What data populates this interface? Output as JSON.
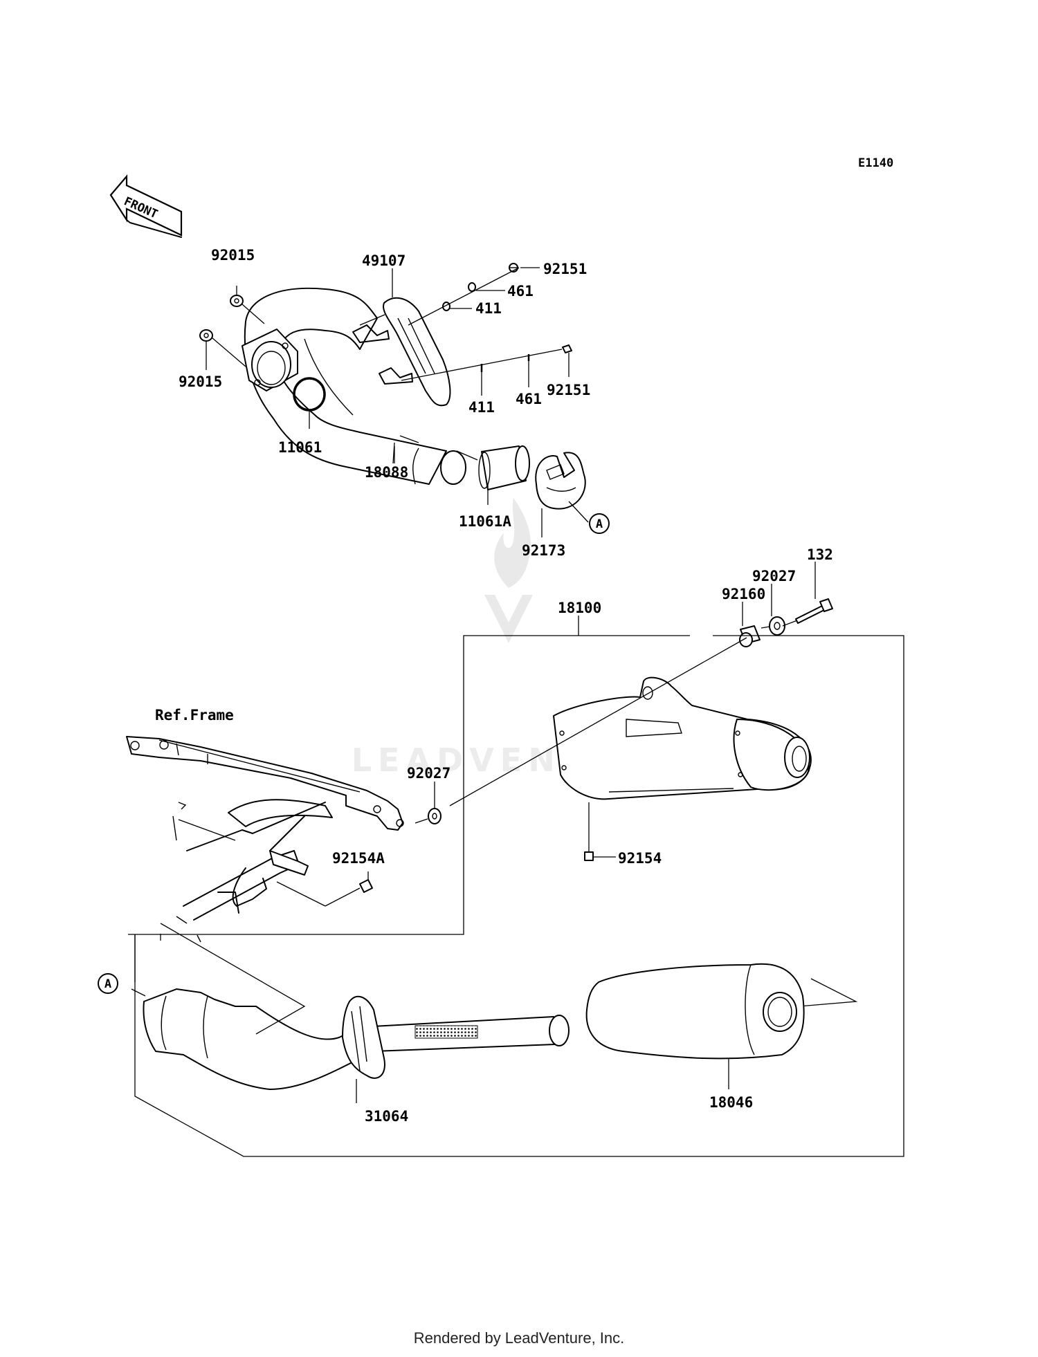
{
  "diagram_code": "E1140",
  "front_arrow_label": "FRONT",
  "ref_frame_label": "Ref.Frame",
  "circle_ref": "A",
  "watermark": "LEADVENTURE",
  "footer": "Rendered by LeadVenture, Inc.",
  "labels": {
    "p92015_top": "92015",
    "p92015_bottom": "92015",
    "p11061": "11061",
    "p18088": "18088",
    "p49107": "49107",
    "p92151_top": "92151",
    "p461_top": "461",
    "p411_top": "411",
    "p411_bottom": "411",
    "p461_bottom": "461",
    "p92151_bottom": "92151",
    "p11061A": "11061A",
    "p92173": "92173",
    "p132": "132",
    "p92027_top": "92027",
    "p92160": "92160",
    "p18100": "18100",
    "p92027_mid": "92027",
    "p92154A": "92154A",
    "p92154": "92154",
    "p31064": "31064",
    "p18046": "18046"
  }
}
